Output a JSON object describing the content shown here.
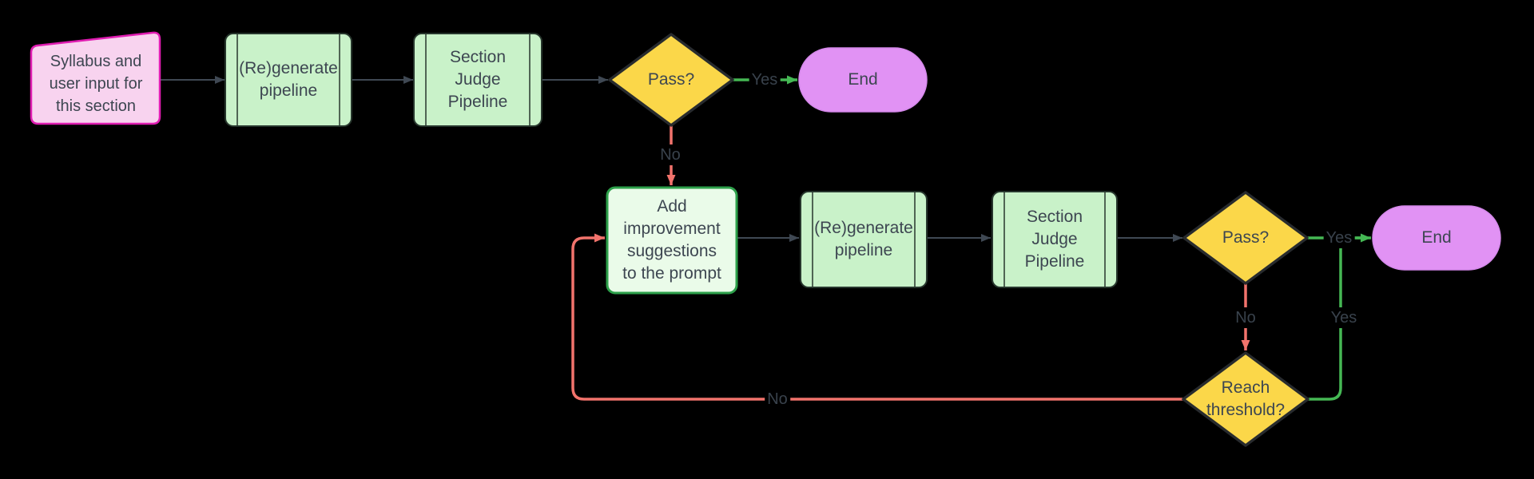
{
  "canvas": {
    "background": "#000000"
  },
  "colors": {
    "canvas_bg": "#000000",
    "edge_dark": "#3f4853",
    "edge_red": "#f2736c",
    "edge_green": "#45b854",
    "node_text": "#3d4651",
    "label_text": "#39424c",
    "pink_fill": "#f8d3ef",
    "pink_stroke": "#df1cb1",
    "green_fill": "#c9f2c9",
    "green_stroke": "#27362d",
    "green_light_fill": "#eafbe9",
    "green_light_stroke": "#2da04a",
    "yellow_fill": "#fbd749",
    "yellow_stroke": "#282b2e",
    "purple_fill": "#e192f4",
    "purple_stroke": "#d488ea"
  },
  "nodes": {
    "start": {
      "label": "Syllabus and user input for this section",
      "type": "manual-input"
    },
    "regenerate1": {
      "label": "(Re)generate pipeline",
      "type": "subroutine"
    },
    "judge1": {
      "label": "Section Judge Pipeline",
      "type": "subroutine"
    },
    "pass1": {
      "label": "Pass?",
      "type": "decision"
    },
    "end1": {
      "label": "End",
      "type": "terminator"
    },
    "improve": {
      "label": "Add improvement suggestions to the prompt",
      "type": "process"
    },
    "regenerate2": {
      "label": "(Re)generate pipeline",
      "type": "subroutine"
    },
    "judge2": {
      "label": "Section Judge Pipeline",
      "type": "subroutine"
    },
    "pass2": {
      "label": "Pass?",
      "type": "decision"
    },
    "end2": {
      "label": "End",
      "type": "terminator"
    },
    "threshold": {
      "label": "Reach threshold?",
      "type": "decision"
    }
  },
  "edge_labels": {
    "pass1_yes": "Yes",
    "pass1_no": "No",
    "pass2_yes": "Yes",
    "pass2_no": "No",
    "threshold_yes": "Yes",
    "threshold_no": "No"
  }
}
